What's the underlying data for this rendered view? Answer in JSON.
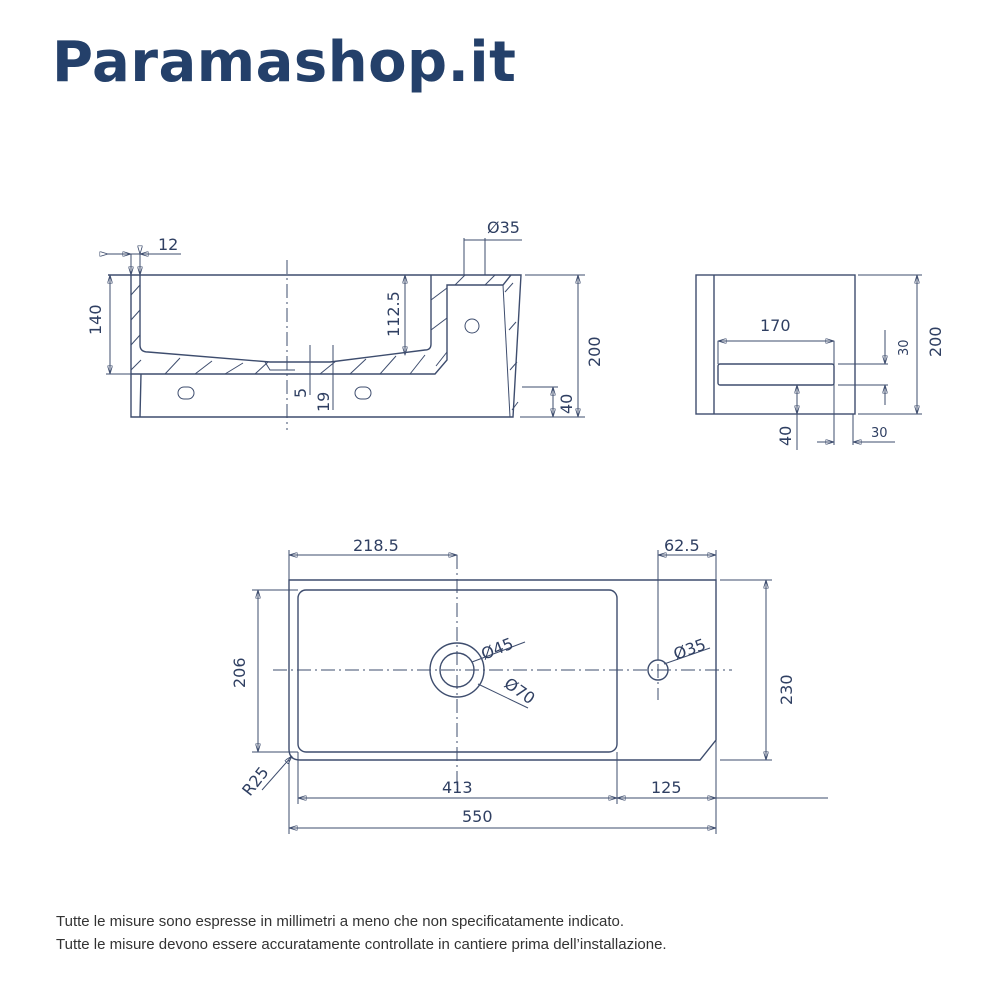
{
  "brand": {
    "logo_text": "Paramashop.it"
  },
  "front_view": {
    "d_12": "12",
    "d_140": "140",
    "d_112_5": "112.5",
    "d_5": "5",
    "d_19": "19",
    "d_dia35": "Ø35",
    "d_200": "200",
    "d_40": "40"
  },
  "side_view": {
    "d_170": "170",
    "d_30_v": "30",
    "d_200": "200",
    "d_40": "40",
    "d_30_h": "30"
  },
  "top_view": {
    "d_218_5": "218.5",
    "d_62_5": "62.5",
    "d_206": "206",
    "d_230": "230",
    "d_dia45": "Ø45",
    "d_dia70": "Ø70",
    "d_dia35": "Ø35",
    "d_r25": "R25",
    "d_413": "413",
    "d_125": "125",
    "d_550": "550"
  },
  "notes": [
    "Tutte le misure sono espresse in millimetri a meno che non specificatamente indicato.",
    "Tutte le misure devono essere accuratamente controllate in cantiere prima dell’installazione."
  ],
  "colors": {
    "brand": "#24406a",
    "line": "#3e4d6e"
  }
}
